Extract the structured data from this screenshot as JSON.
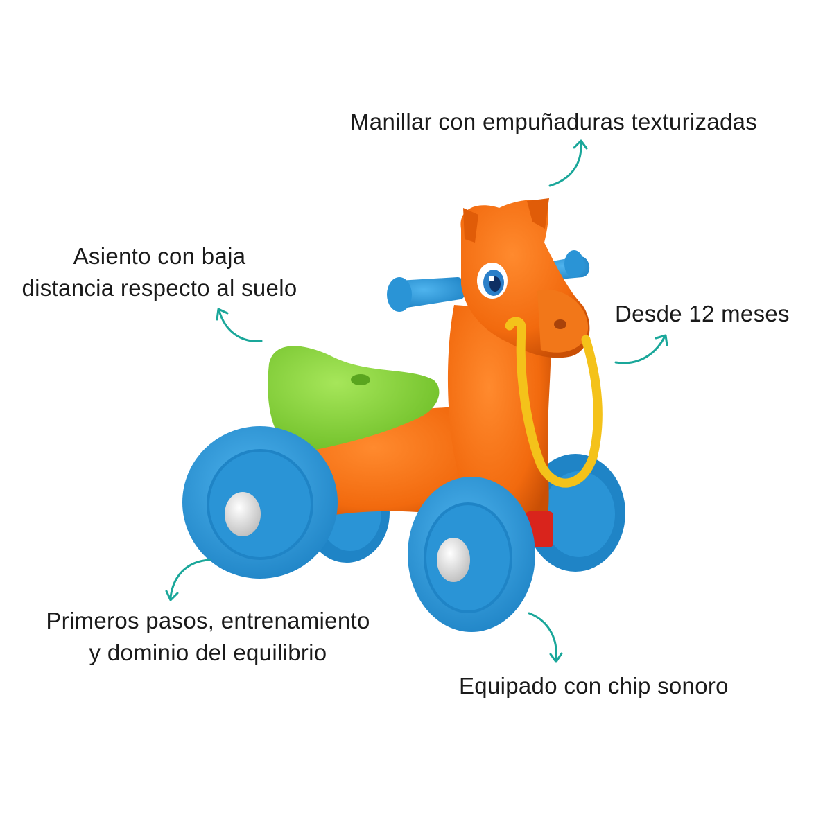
{
  "annotations": {
    "handlebar": "Manillar con empuñaduras texturizadas",
    "seat_line1": "Asiento con baja",
    "seat_line2": "distancia respecto al suelo",
    "age": "Desde 12 meses",
    "steps_line1": "Primeros pasos, entrenamiento",
    "steps_line2": "y dominio del equilibrio",
    "sound": "Equipado con chip sonoro"
  },
  "product": {
    "name": "pony ride-on balance toy",
    "body_color": "#f26a0e",
    "seat_color": "#86d43b",
    "wheel_color": "#2f9ad8",
    "handle_color": "#2f9ad8",
    "rein_color": "#f4c21a",
    "arrow_color": "#1aa79a"
  }
}
